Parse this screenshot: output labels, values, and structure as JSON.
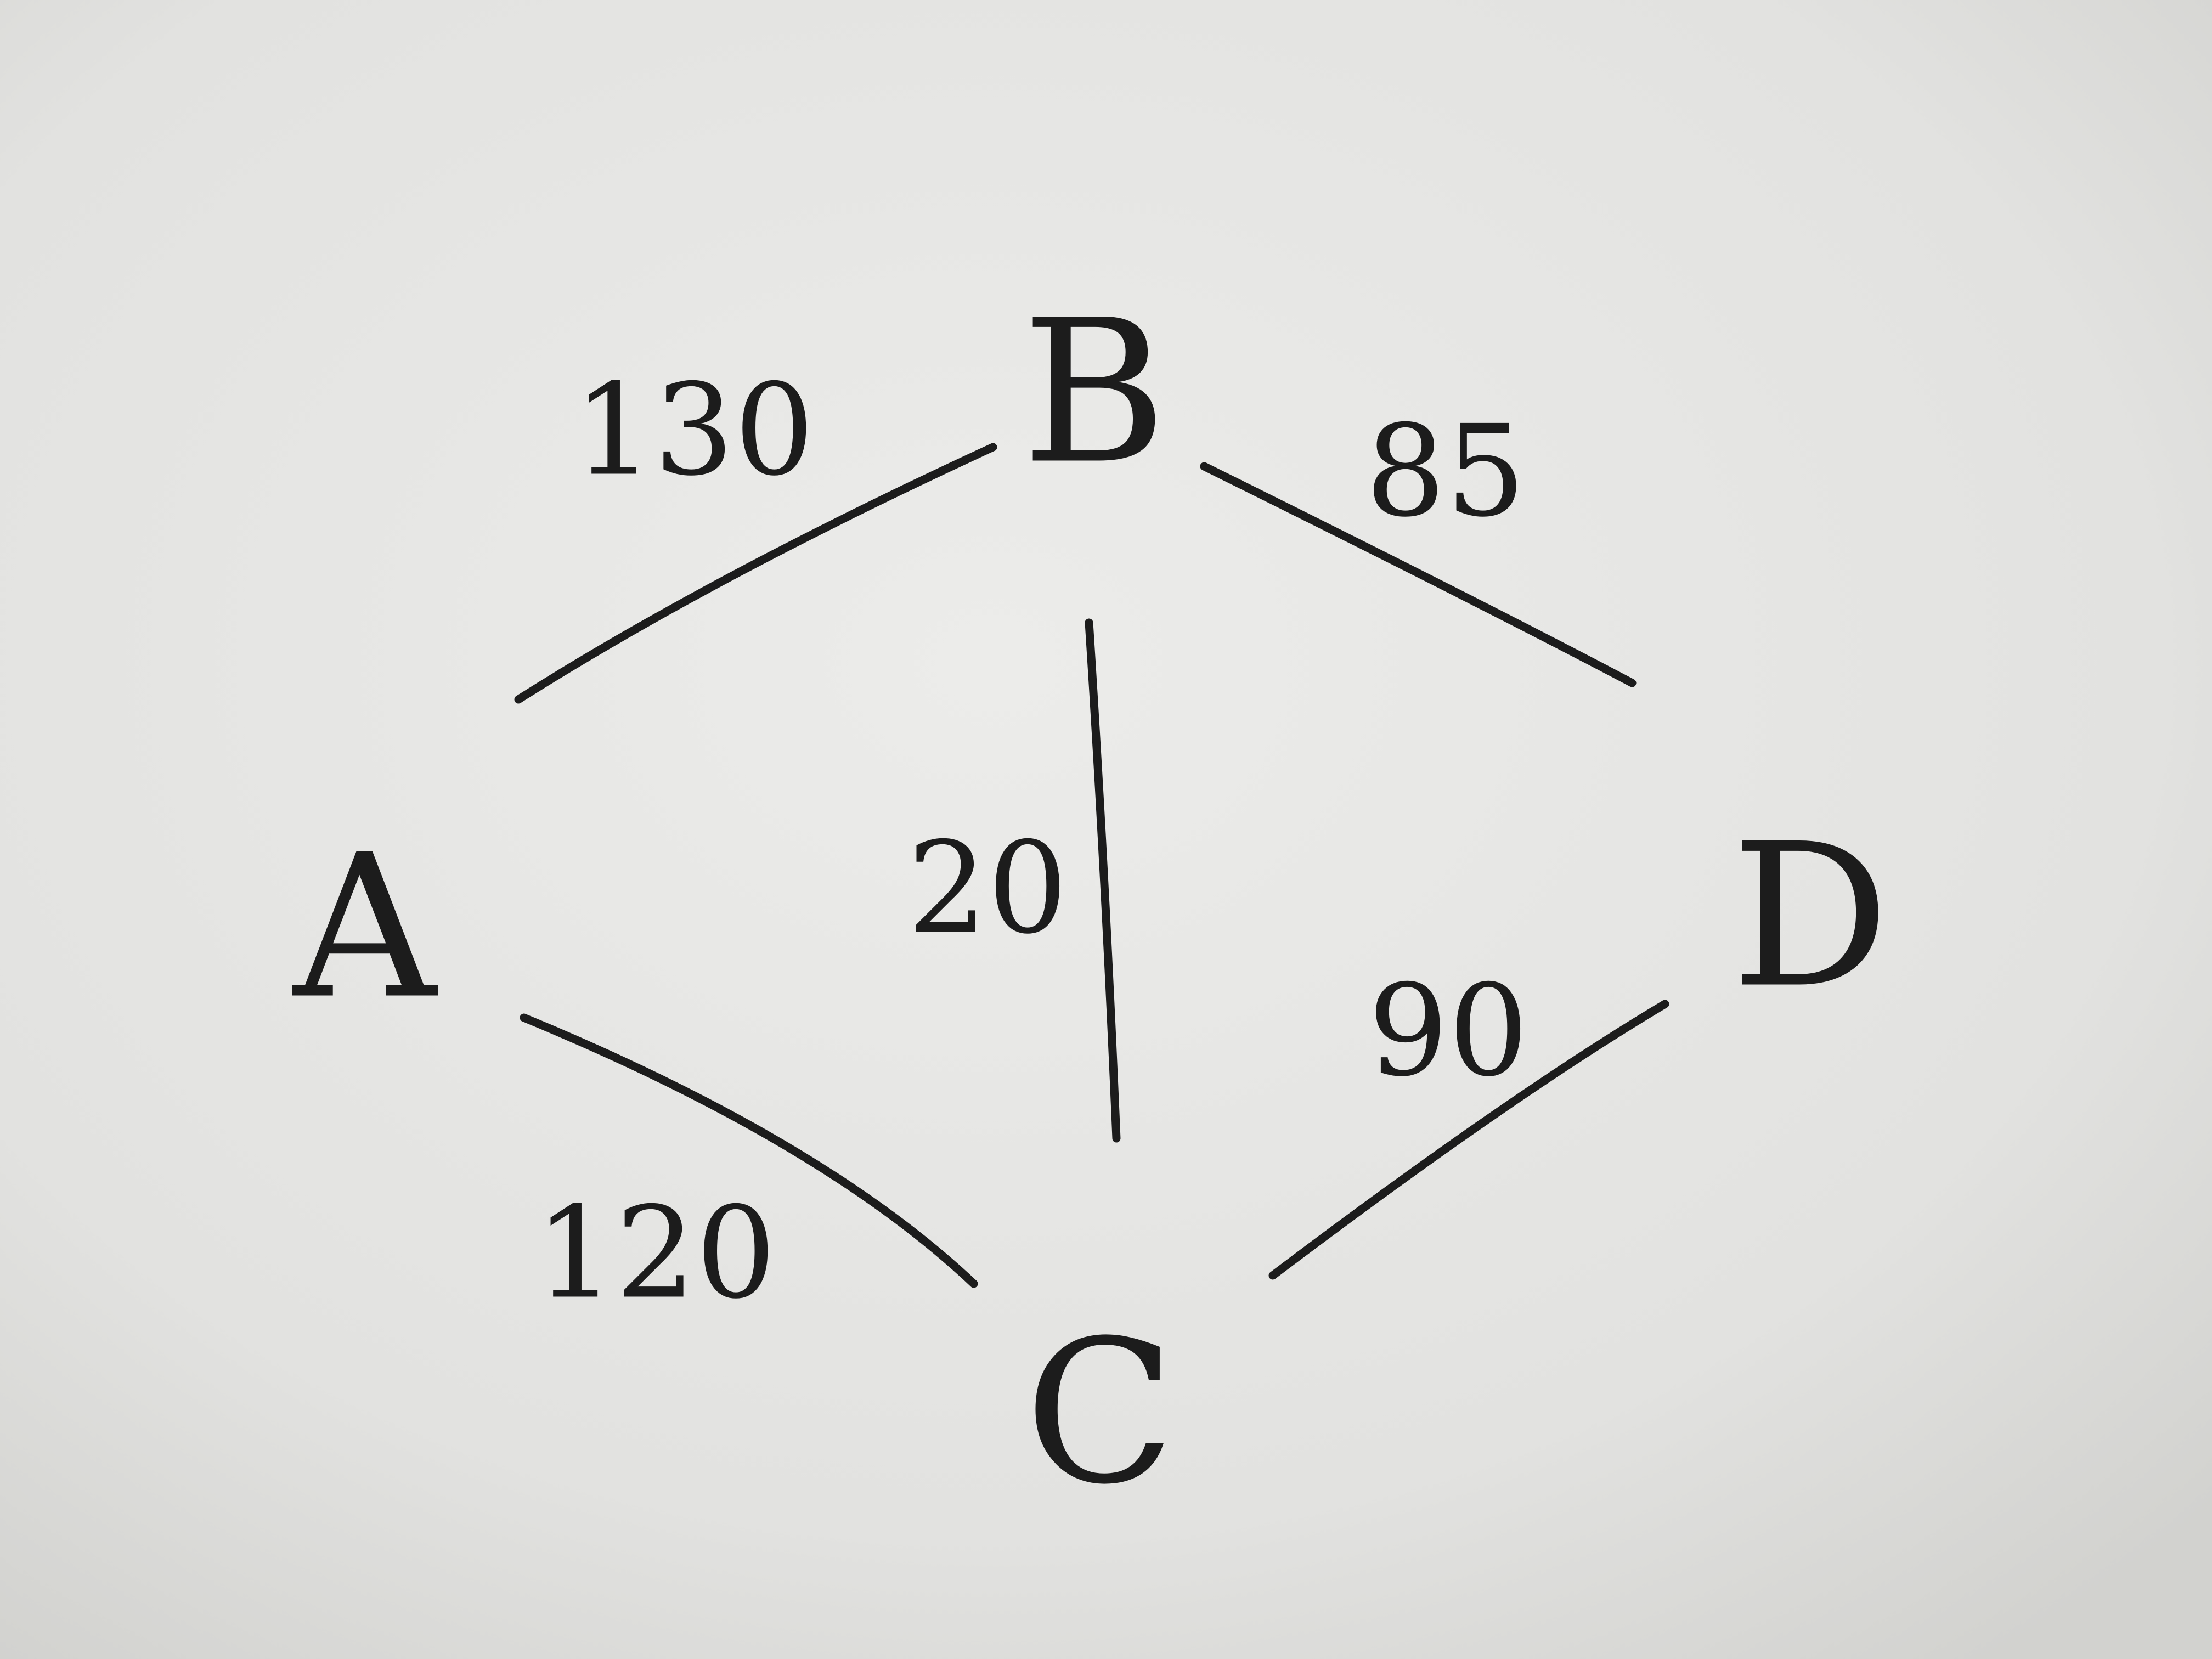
{
  "graph": {
    "nodes": [
      {
        "id": "A",
        "label": "A"
      },
      {
        "id": "B",
        "label": "B"
      },
      {
        "id": "C",
        "label": "C"
      },
      {
        "id": "D",
        "label": "D"
      }
    ],
    "edges": [
      {
        "from": "A",
        "to": "B",
        "weight": "130"
      },
      {
        "from": "B",
        "to": "D",
        "weight": "85"
      },
      {
        "from": "B",
        "to": "C",
        "weight": "20"
      },
      {
        "from": "A",
        "to": "C",
        "weight": "120"
      },
      {
        "from": "C",
        "to": "D",
        "weight": "90"
      }
    ]
  },
  "colors": {
    "paper": "#e4e4e2",
    "ink": "#1c1c1c"
  }
}
